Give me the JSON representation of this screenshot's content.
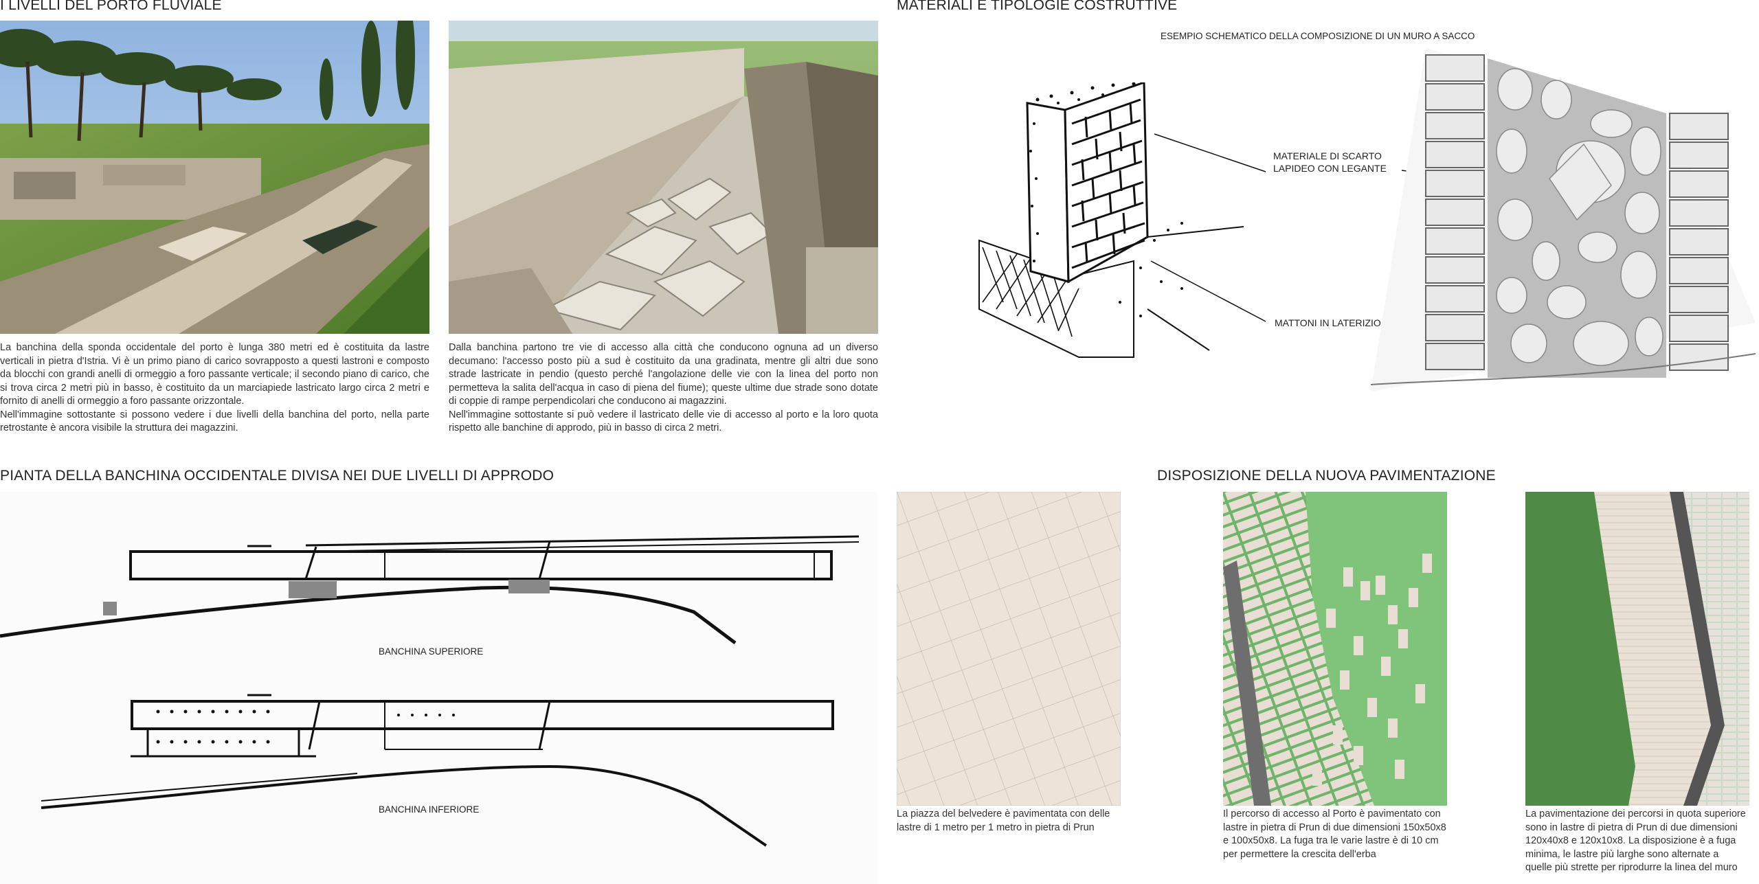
{
  "sections": {
    "levels": {
      "title": "I LIVELLI DEL PORTO FLUVIALE",
      "caption_left": [
        "La banchina della sponda occidentale del porto è lunga 380 metri ed è costituita da lastre verticali in pietra d'Istria. Vi è un primo piano di carico sovrapposto a questi lastroni e composto da blocchi con grandi anelli di ormeggio a foro passante verticale; il secondo piano di carico, che si trova circa 2 metri più in basso, è costituito da un marciapiede lastricato largo circa 2 metri e fornito di anelli di ormeggio a foro passante orizzontale.",
        "Nell'immagine sottostante si possono vedere i due livelli della banchina del porto, nella parte retrostante è ancora visibile la struttura dei magazzini."
      ],
      "caption_right": [
        "Dalla banchina partono tre vie di accesso alla città che conducono ognuna ad un diverso decumano: l'accesso posto più a sud è costituito da una gradinata, mentre gli altri due sono strade lastricate in pendio (questo perché l'angolazione delle vie con la linea del porto non permetteva la salita dell'acqua in caso di piena del fiume); queste ultime due strade sono dotate di coppie di rampe perpendicolari che conducono ai magazzini.",
        "Nell'immagine sottostante si può vedere il lastricato delle vie di accesso al porto e la loro quota rispetto alle banchine di approdo, più in basso di circa 2 metri."
      ]
    },
    "materials": {
      "title": "MATERIALI E TIPOLOGIE COSTRUTTIVE",
      "subtitle": "ESEMPIO SCHEMATICO DELLA COMPOSIZIONE DI UN MURO A SACCO",
      "label_scarto_1": "MATERIALE DI SCARTO",
      "label_scarto_2": "LAPIDEO CON LEGANTE",
      "label_mattoni": "MATTONI IN LATERIZIO"
    },
    "plan": {
      "title": "PIANTA DELLA BANCHINA OCCIDENTALE DIVISA NEI DUE LIVELLI DI APPRODO",
      "label_upper": "BANCHINA SUPERIORE",
      "label_lower": "BANCHINA INFERIORE"
    },
    "paving": {
      "title": "DISPOSIZIONE DELLA NUOVA PAVIMENTAZIONE",
      "caption_1": "La piazza del belvedere è pavimentata con delle lastre di 1 metro per 1 metro in pietra di Prun",
      "caption_2": "Il percorso di accesso al Porto è pavimentato con lastre in pietra di Prun di due dimensioni 150x50x8 e 100x50x8. La fuga tra le varie lastre è di 10 cm per permettere la crescita dell'erba",
      "caption_3": "La pavimentazione dei percorsi in quota superiore sono in lastre di pietra di Prun di due dimensioni 120x40x8 e 120x10x8. La disposizione è a fuga minima, le lastre più larghe sono alternate a quelle più strette per riprodurre la linea del muro"
    }
  },
  "colors": {
    "text": "#222222",
    "grass": "#7fbf72",
    "stone": "#e6ddd2",
    "asphalt": "#7a7a7a"
  }
}
